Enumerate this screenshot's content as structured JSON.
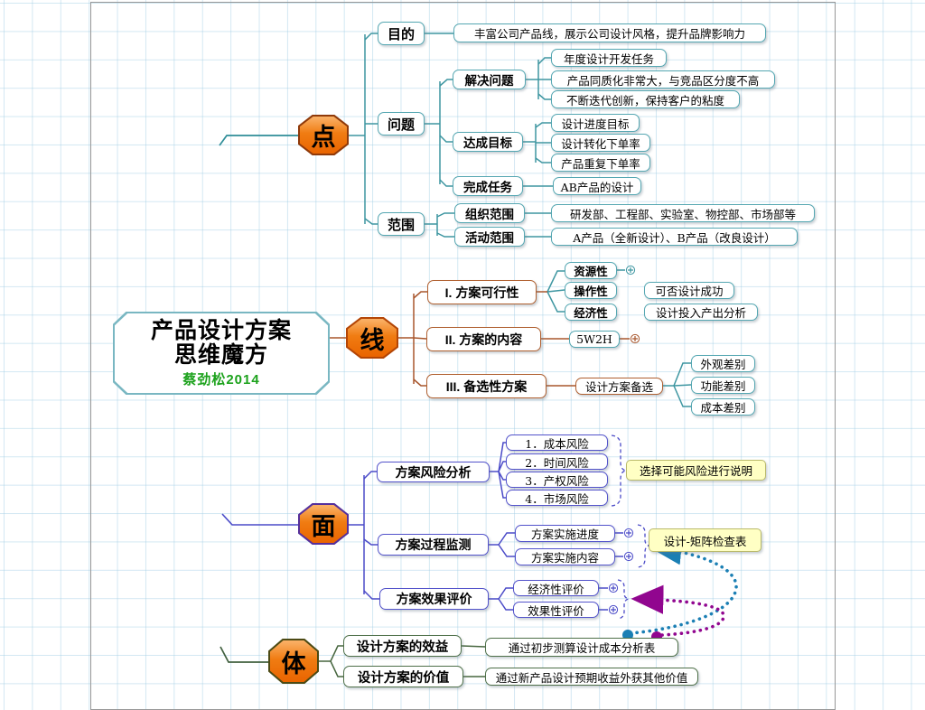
{
  "colors": {
    "branch_point": "#3e96a1",
    "branch_line": "#a8562c",
    "branch_face": "#4b4bc8",
    "branch_body": "#47663f",
    "octagon_fill": "#f07c12",
    "note_fill": "#ffffc4",
    "arrow_blue": "#1b7fb4",
    "arrow_purple": "#91068f",
    "trunk_top": "#0c7e85",
    "trunk_bottom": "#123a12"
  },
  "icons": {
    "expand": "circled-plus"
  },
  "center": {
    "title1": "产品设计方案",
    "title2": "思维魔方",
    "author": "蔡劲松2014"
  },
  "point": {
    "label": "点",
    "purpose": {
      "label": "目的",
      "leaf": "丰富公司产品线，展示公司设计风格，提升品牌影响力"
    },
    "problem": {
      "label": "问题",
      "solve": {
        "label": "解决问题",
        "leaves": [
          "年度设计开发任务",
          "产品同质化非常大，与竞品区分度不高",
          "不断迭代创新，保持客户的粘度"
        ]
      },
      "goals": {
        "label": "达成目标",
        "leaves": [
          "设计进度目标",
          "设计转化下单率",
          "产品重复下单率"
        ]
      },
      "tasks": {
        "label": "完成任务",
        "leaf": "AB产品的设计"
      }
    },
    "scope": {
      "label": "范围",
      "org": {
        "label": "组织范围",
        "leaf": "研发部、工程部、实验室、物控部、市场部等"
      },
      "activity": {
        "label": "活动范围",
        "leaf": "A产品（全新设计）、B产品（改良设计）"
      }
    }
  },
  "line": {
    "label": "线",
    "feasibility": {
      "label": "I. 方案可行性",
      "resource": {
        "label": "资源性"
      },
      "operation": {
        "label": "操作性",
        "leaf": "可否设计成功"
      },
      "economy": {
        "label": "经济性",
        "leaf": "设计投入产出分析"
      }
    },
    "content": {
      "label": "II. 方案的内容",
      "leaf": "5W2H"
    },
    "alternative": {
      "label": "III. 备选性方案",
      "mid": "设计方案备选",
      "leaves": [
        "外观差别",
        "功能差别",
        "成本差别"
      ]
    }
  },
  "face": {
    "label": "面",
    "risk": {
      "label": "方案风险分析",
      "leaves": [
        "1．成本风险",
        "2．时间风险",
        "3．产权风险",
        "4．市场风险"
      ],
      "note": "选择可能风险进行说明"
    },
    "monitor": {
      "label": "方案过程监测",
      "leaves": [
        "方案实施进度",
        "方案实施内容"
      ],
      "note": "设计-矩阵检查表"
    },
    "evaluate": {
      "label": "方案效果评价",
      "leaves": [
        "经济性评价",
        "效果性评价"
      ]
    }
  },
  "solid": {
    "label": "体",
    "benefit": {
      "label": "设计方案的效益",
      "leaf": "通过初步测算设计成本分析表"
    },
    "value": {
      "label": "设计方案的价值",
      "leaf": "通过新产品设计预期收益外获其他价值"
    }
  }
}
